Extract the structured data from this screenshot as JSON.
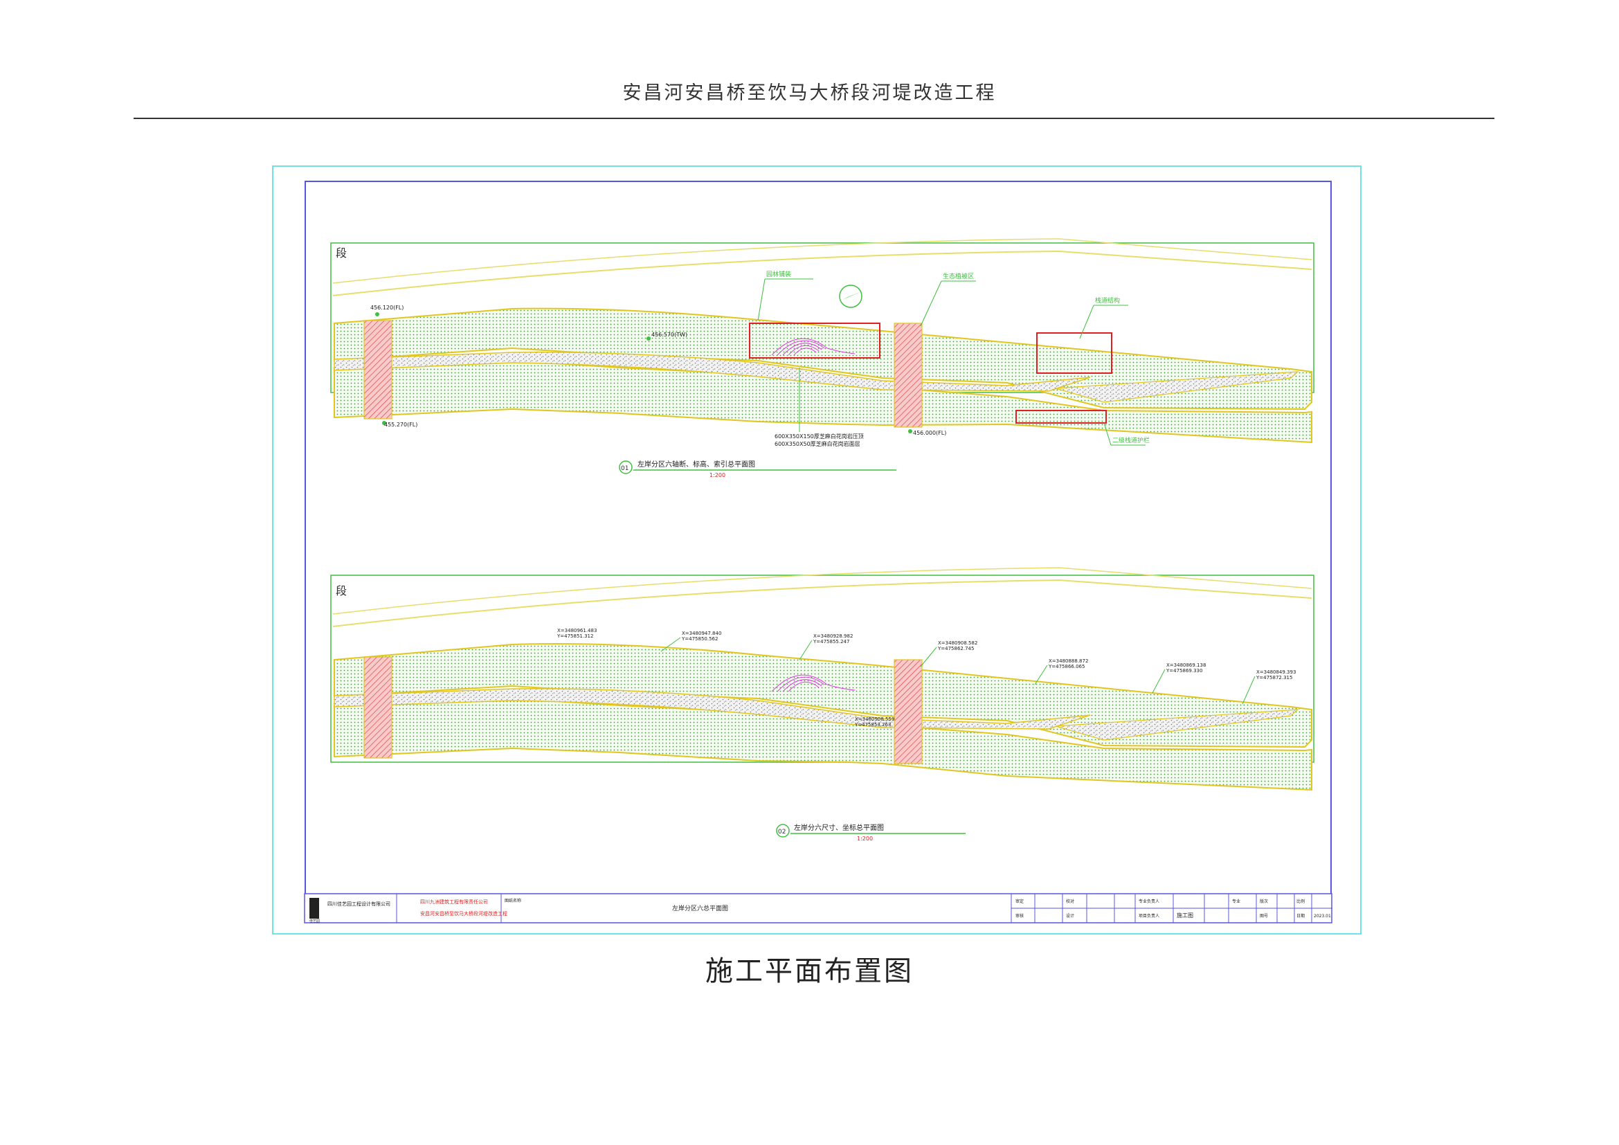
{
  "document": {
    "header_title": "安昌河安昌桥至饮马大桥段河堤改造工程",
    "figure_caption": "施工平面布置图"
  },
  "drawing": {
    "plans": [
      {
        "number": "01",
        "title": "左岸分区六轴断、标高、索引总平面图",
        "scale": "1:200",
        "section_char": "段"
      },
      {
        "number": "02",
        "title": "左岸分六尺寸、坐标总平面图",
        "scale": "1:200",
        "section_char": "段"
      }
    ],
    "plan1_labels": {
      "elev_top_left": "456.120(FL)",
      "elev_bottom_left": "455.270(FL)",
      "elev_mid_right": "456.000(FL)",
      "elev_mid_upper": "456.570(TW)",
      "note_bottom_1": "600X350X150厚芝麻白花岗岩压顶",
      "note_bottom_2": "600X350X50厚芝麻白花岗岩面层",
      "callout_1": "园林铺装",
      "callout_2": "生态植被区",
      "callout_3": "栈道结构",
      "callout_4": "二级栈道护栏"
    },
    "plan2_labels": {
      "coord_1": "X=3480947.840",
      "coord_1y": "Y=475850.562",
      "coord_2": "X=3480928.982",
      "coord_2y": "Y=475855.247",
      "coord_3": "X=3480908.582",
      "coord_3y": "Y=475862.745",
      "coord_4": "X=3480961.483",
      "coord_4y": "Y=475851.312",
      "coord_5": "X=3480888.872",
      "coord_5y": "Y=475866.065",
      "coord_6": "X=3480869.138",
      "coord_6y": "Y=475869.330",
      "coord_7": "X=3480849.393",
      "coord_7y": "Y=475872.315",
      "coord_8": "X=3480908.559",
      "coord_8y": "Y=475853.263"
    },
    "title_block": {
      "design_company": "四川佳艺园工程设计有限公司",
      "construction_company": "四川九洲建筑工程有限责任公司",
      "project_name": "安昌河安昌桥至饮马大桥段河堤改造工程",
      "drawing_name_label": "图纸名称",
      "drawing_name": "左岸分区六总平面图",
      "stage": "施工图",
      "date": "2023.01",
      "logo_text": "佳艺园",
      "labels": [
        "审定",
        "校对",
        "专业负责人",
        "专业",
        "版次",
        "比例",
        "审核",
        "设计",
        "项目负责人",
        "图号",
        "日期",
        "施工图"
      ]
    }
  }
}
